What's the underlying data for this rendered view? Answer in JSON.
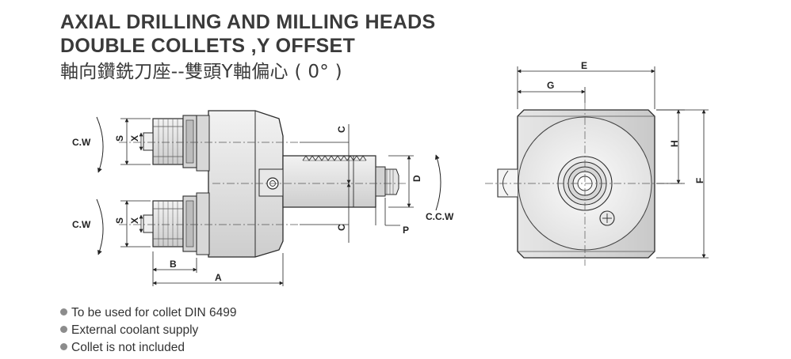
{
  "title": {
    "line1": "AXIAL DRILLING AND MILLING HEADS",
    "line2": "DOUBLE  COLLETS ,Y OFFSET",
    "line3": "軸向鑽銑刀座--雙頭Y軸偏心 ( 0° )"
  },
  "notes": [
    "To be used for collet DIN 6499",
    "External coolant supply",
    "Collet is not included"
  ],
  "labels": {
    "cw_top": "C.W",
    "cw_bottom": "C.W",
    "ccw": "C.C.W",
    "s_top": "S",
    "s_bottom": "S",
    "x_top": "X",
    "x_bottom": "X",
    "c_top": "C",
    "c_bottom": "C",
    "d": "D",
    "p": "P",
    "b": "B",
    "a": "A",
    "e": "E",
    "g": "G",
    "h": "H",
    "f": "F"
  },
  "colors": {
    "body_fill": "#e4e4e4",
    "body_shade": "#cfcfcf",
    "outline": "#2b2b2b",
    "centerline": "#555555"
  },
  "icons": {
    "rotation_arrow": "curved-rotation-arrow-icon",
    "bullet": "bullet-dot-icon"
  }
}
